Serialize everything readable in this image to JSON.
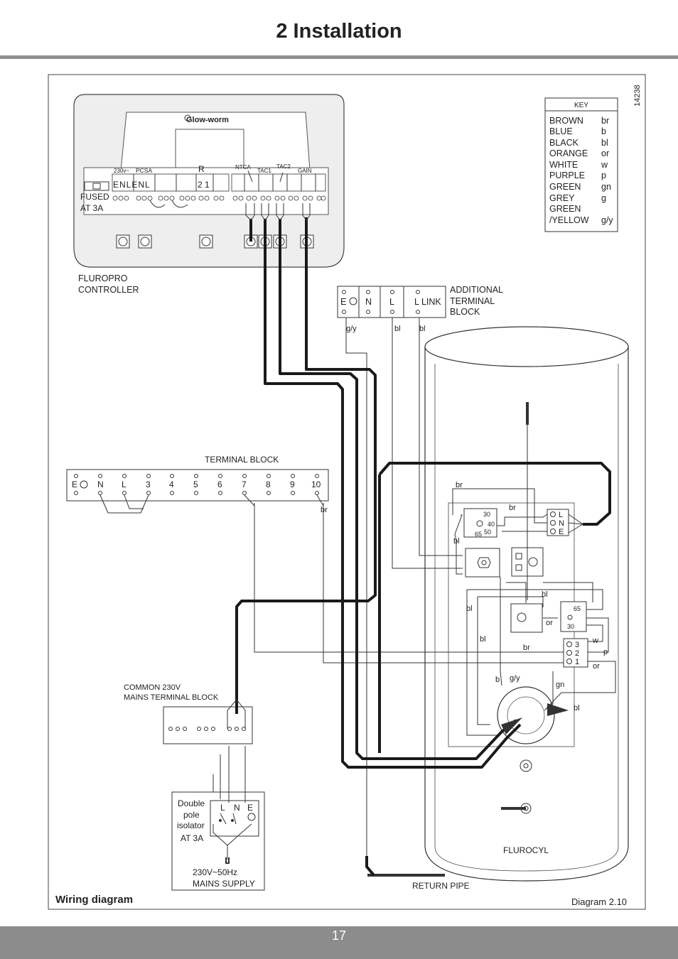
{
  "header": {
    "title": "2 Installation"
  },
  "figure": {
    "ref_number": "14238",
    "caption": "Wiring diagram",
    "diagram_number": "Diagram 2.10"
  },
  "key": {
    "title": "KEY",
    "rows": [
      {
        "name": "BROWN",
        "code": "br"
      },
      {
        "name": "BLUE",
        "code": "b"
      },
      {
        "name": "BLACK",
        "code": "bl"
      },
      {
        "name": "ORANGE",
        "code": "or"
      },
      {
        "name": "WHITE",
        "code": "w"
      },
      {
        "name": "PURPLE",
        "code": "p"
      },
      {
        "name": "GREEN",
        "code": "gn"
      },
      {
        "name": "GREY",
        "code": "g"
      },
      {
        "name": "GREEN",
        "code": ""
      },
      {
        "name": "/YELLOW",
        "code": "g/y"
      }
    ]
  },
  "controller": {
    "brand": "Glow-worm",
    "label_line1": "FLUROPRO",
    "label_line2": "CONTROLLER",
    "fused_line1": "FUSED",
    "fused_line2": "AT 3A",
    "lbl_230": "230v~",
    "lbl_pcsa": "PCSA",
    "lbl_r": "R",
    "lbl_ntca": "NTCA",
    "lbl_tac1": "TAC1",
    "lbl_tac2": "TAC2",
    "lbl_gain": "GAIN",
    "term_letters": "ENLENL",
    "term_nums": "2 1"
  },
  "additional_block": {
    "label_line1": "ADDITIONAL",
    "label_line2": "TERMINAL",
    "label_line3": "BLOCK",
    "e": "E",
    "n": "N",
    "l": "L",
    "l_link": "L  LINK",
    "w1": "g/y",
    "w2": "bl",
    "w3": "bl"
  },
  "terminal_block": {
    "label": "TERMINAL BLOCK",
    "terminals": [
      "E",
      "N",
      "L",
      "3",
      "4",
      "5",
      "6",
      "7",
      "8",
      "9",
      "10"
    ],
    "wire_label": "br"
  },
  "mains_block": {
    "label_line1": "COMMON 230V",
    "label_line2": "MAINS TERMINAL BLOCK"
  },
  "isolator": {
    "line1": "Double",
    "line2": "pole",
    "line3": "isolator",
    "line4": "AT 3A",
    "l": "L",
    "n": "N",
    "e": "E",
    "supply1": "230V~50Hz",
    "supply2": "MAINS SUPPLY"
  },
  "cylinder": {
    "label": "FLUROCYL",
    "return_pipe": "RETURN PIPE",
    "t1_30": "30",
    "t1_40": "40",
    "t1_50": "50",
    "t1_65": "65",
    "t2_65": "65",
    "t2_30": "30",
    "lne_l": "L",
    "lne_n": "N",
    "lne_e": "E",
    "t3_3": "3",
    "t3_2": "2",
    "t3_1": "1",
    "wires": {
      "br_top": "br",
      "br_right": "br",
      "bl_left": "bl",
      "bl_a": "bl",
      "or_a": "or",
      "bl_b": "bl",
      "bl_c": "bl",
      "br_mid": "br",
      "w": "w",
      "p": "p",
      "or_b": "or",
      "b": "b",
      "gy": "g/y",
      "gn": "gn",
      "bl_d": "bl"
    }
  },
  "footer": {
    "page_number": "17"
  }
}
